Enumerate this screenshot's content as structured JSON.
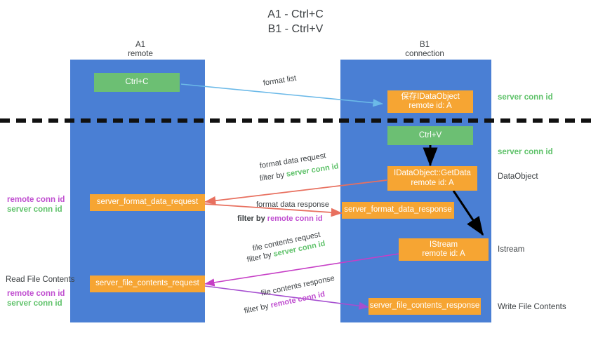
{
  "title_line1": "A1 - Ctrl+C",
  "title_line2": "B1 - Ctrl+V",
  "columns": {
    "left": {
      "name": "A1",
      "sub": "remote"
    },
    "right": {
      "name": "B1",
      "sub": "connection"
    }
  },
  "colors": {
    "lane": "#4a7fd4",
    "box_orange": "#f6a533",
    "box_green": "#6cbf73",
    "server_conn": "#5fc26a",
    "remote_conn": "#c04fd0",
    "arrow_blue": "#6bb9e8",
    "arrow_red": "#e8705f",
    "arrow_magenta": "#c63fc6",
    "arrow_purple": "#a64fd0",
    "arrow_black": "#000000",
    "divider": "#111111"
  },
  "nodes": {
    "ctrl_c": "Ctrl+C",
    "ctrl_v": "Ctrl+V",
    "idataobject": {
      "line1": "保存IDataObject",
      "line2": "remote id: A"
    },
    "getdata": {
      "line1": "IDataObject::GetData",
      "line2": "remote id: A"
    },
    "istream": {
      "line1": "IStream",
      "line2": "remote id: A"
    },
    "server_format_data_request": "server_format_data_request",
    "server_format_data_response": "server_format_data_response",
    "server_file_contents_request": "server_file_contents_request",
    "server_file_contents_response": "server_file_contents_response"
  },
  "edges": {
    "format_list": "format list",
    "format_data_request": "format data request",
    "format_data_response": "format data response",
    "file_contents_request": "file contents request",
    "file_contents_response": "file contents response",
    "filter_by": "filter by",
    "server_conn_id": "server conn id",
    "remote_conn_id": "remote conn id"
  },
  "side_labels": {
    "right_server_conn_1": "server conn id",
    "right_server_conn_2": "server conn id",
    "right_dataobject": "DataObject",
    "right_istream": "Istream",
    "right_write_file_contents": "Write File Contents",
    "left_remote_conn_1": "remote conn id",
    "left_server_conn_1": "server conn id",
    "left_read_file_contents": "Read File Contents",
    "left_remote_conn_2": "remote conn id",
    "left_server_conn_2": "server conn id"
  }
}
